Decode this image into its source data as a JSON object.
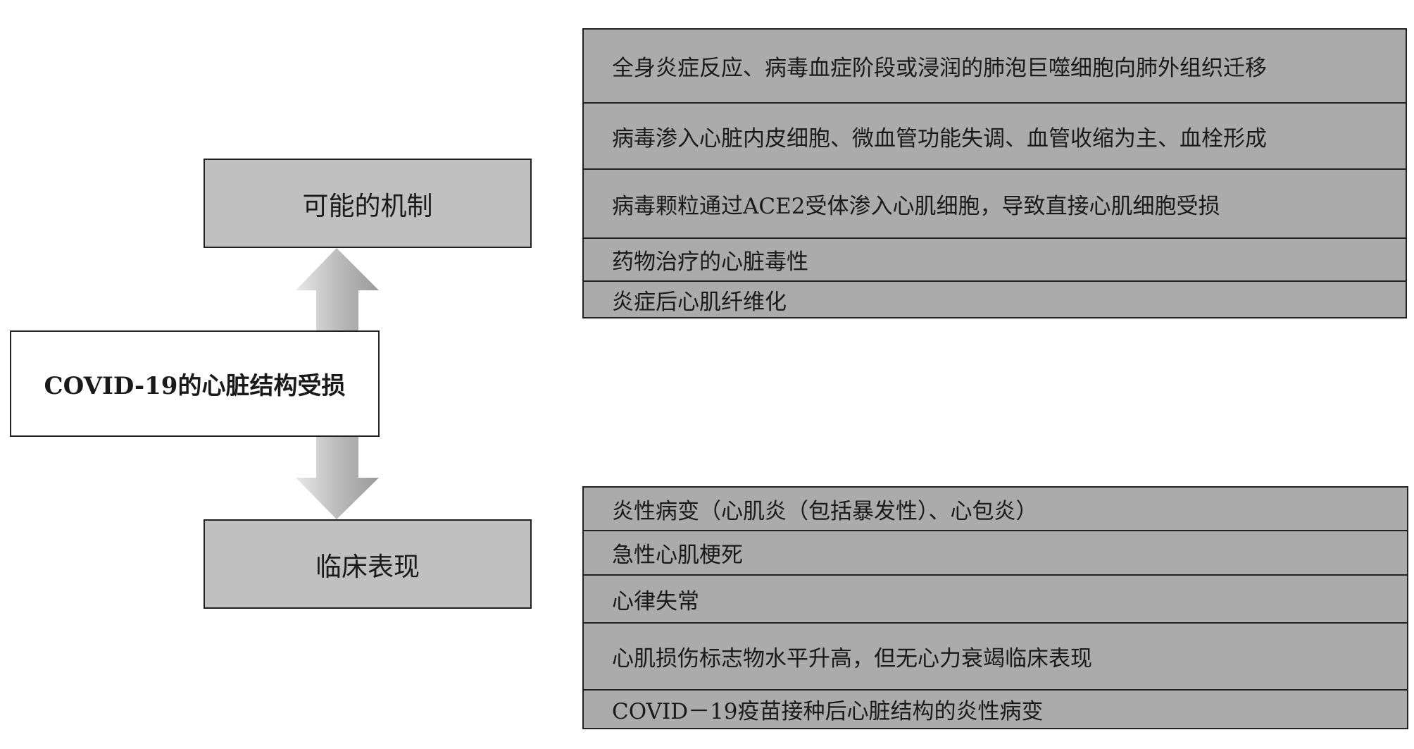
{
  "central": {
    "label": "COVID-19的心脏结构受损"
  },
  "mechanism": {
    "label": "可能的机制",
    "items": [
      "全身炎症反应、病毒血症阶段或浸润的肺泡巨噬细胞向肺外组织迁移",
      "病毒渗入心脏内皮细胞、微血管功能失调、血管收缩为主、血栓形成",
      "病毒颗粒通过ACE2受体渗入心肌细胞，导致直接心肌细胞受损",
      "药物治疗的心脏毒性",
      "炎症后心肌纤维化"
    ]
  },
  "clinical": {
    "label": "临床表现",
    "items": [
      "炎性病变（心肌炎（包括暴发性）、心包炎）",
      "急性心肌梗死",
      "心律失常",
      "心肌损伤标志物水平升高，但无心力衰竭临床表现",
      "COVID－19疫苗接种后心脏结构的炎性病变"
    ]
  },
  "colors": {
    "box_fill": "#c0c0c0",
    "list_fill": "#ababab",
    "border": "#222222",
    "arrow_light": "#e6e6e6",
    "arrow_dark": "#9a9a9a"
  }
}
